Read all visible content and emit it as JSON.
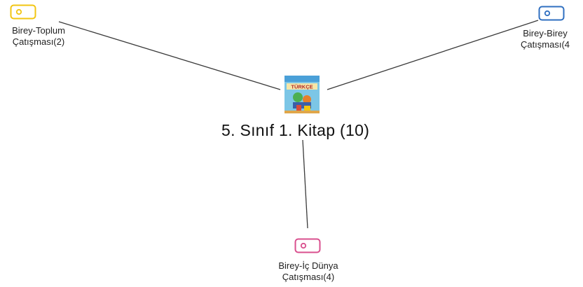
{
  "center": {
    "title": "5. Sınıf 1. Kitap (10)",
    "book_cover_text": "TÜRKÇE"
  },
  "nodes": [
    {
      "id": "birey-toplum",
      "label_line1": "Birey-Toplum",
      "label_line2": "Çatışması(2)",
      "color": "#f2c511"
    },
    {
      "id": "birey-birey",
      "label_line1": "Birey-Birey",
      "label_line2": "Çatışması(4",
      "color": "#2f6fc0"
    },
    {
      "id": "birey-ic-dunya",
      "label_line1": "Birey-İç Dünya",
      "label_line2": "Çatışması(4)",
      "color": "#d94f8e"
    }
  ],
  "icons": {
    "node_icon": "tag-icon",
    "center_icon": "book-cover-icon"
  },
  "colors": {
    "edge": "#3a3a3a",
    "background": "#ffffff"
  }
}
